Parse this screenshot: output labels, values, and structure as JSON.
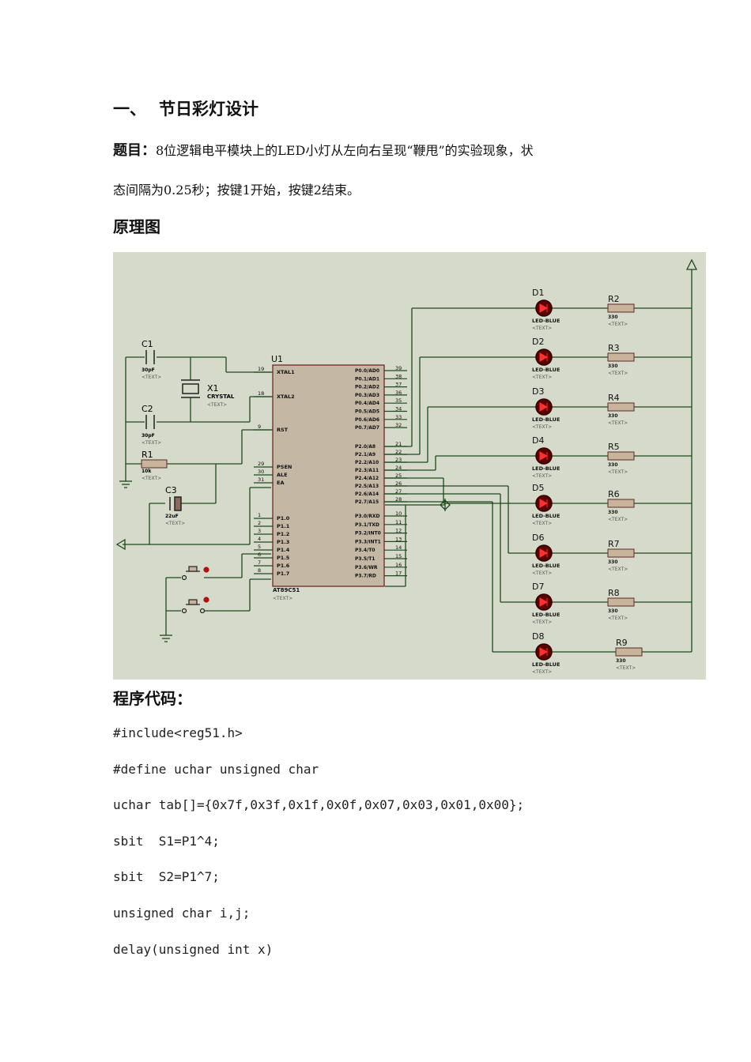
{
  "heading": {
    "number": "一、",
    "title": "节日彩灯设计"
  },
  "task": {
    "label": "题目：",
    "line1": "8位逻辑电平模块上的LED小灯从左向右呈现“鞭甩”的实验现象，状",
    "line2": "态间隔为0.25秒；按键1开始，按键2结束。"
  },
  "schematic_heading": "原理图",
  "schematic": {
    "mcu": {
      "ref": "U1",
      "part": "AT89C51",
      "text": "<TEXT>",
      "left_pins": [
        {
          "num": "19",
          "name": "XTAL1"
        },
        {
          "num": "18",
          "name": "XTAL2"
        },
        {
          "num": "9",
          "name": "RST"
        },
        {
          "num": "29",
          "name": "PSEN"
        },
        {
          "num": "30",
          "name": "ALE"
        },
        {
          "num": "31",
          "name": "EA"
        },
        {
          "num": "1",
          "name": "P1.0"
        },
        {
          "num": "2",
          "name": "P1.1"
        },
        {
          "num": "3",
          "name": "P1.2"
        },
        {
          "num": "4",
          "name": "P1.3"
        },
        {
          "num": "5",
          "name": "P1.4"
        },
        {
          "num": "6",
          "name": "P1.5"
        },
        {
          "num": "7",
          "name": "P1.6"
        },
        {
          "num": "8",
          "name": "P1.7"
        }
      ],
      "right_pins": [
        {
          "num": "39",
          "name": "P0.0/AD0"
        },
        {
          "num": "38",
          "name": "P0.1/AD1"
        },
        {
          "num": "37",
          "name": "P0.2/AD2"
        },
        {
          "num": "36",
          "name": "P0.3/AD3"
        },
        {
          "num": "35",
          "name": "P0.4/AD4"
        },
        {
          "num": "34",
          "name": "P0.5/AD5"
        },
        {
          "num": "33",
          "name": "P0.6/AD6"
        },
        {
          "num": "32",
          "name": "P0.7/AD7"
        },
        {
          "num": "21",
          "name": "P2.0/A8"
        },
        {
          "num": "22",
          "name": "P2.1/A9"
        },
        {
          "num": "23",
          "name": "P2.2/A10"
        },
        {
          "num": "24",
          "name": "P2.3/A11"
        },
        {
          "num": "25",
          "name": "P2.4/A12"
        },
        {
          "num": "26",
          "name": "P2.5/A13"
        },
        {
          "num": "27",
          "name": "P2.6/A14"
        },
        {
          "num": "28",
          "name": "P2.7/A15"
        },
        {
          "num": "10",
          "name": "P3.0/RXD"
        },
        {
          "num": "11",
          "name": "P3.1/TXD"
        },
        {
          "num": "12",
          "name": "P3.2/INT0"
        },
        {
          "num": "13",
          "name": "P3.3/INT1"
        },
        {
          "num": "14",
          "name": "P3.4/T0"
        },
        {
          "num": "15",
          "name": "P3.5/T1"
        },
        {
          "num": "16",
          "name": "P3.6/WR"
        },
        {
          "num": "17",
          "name": "P3.7/RD"
        }
      ]
    },
    "caps": [
      {
        "ref": "C1",
        "value": "30pF",
        "text": "<TEXT>"
      },
      {
        "ref": "C2",
        "value": "30pF",
        "text": "<TEXT>"
      },
      {
        "ref": "C3",
        "value": "22uF",
        "text": "<TEXT>"
      }
    ],
    "crystal": {
      "ref": "X1",
      "value": "CRYSTAL",
      "text": "<TEXT>"
    },
    "r1": {
      "ref": "R1",
      "value": "10k",
      "text": "<TEXT>"
    },
    "leds": [
      {
        "ref": "D1",
        "part": "LED-BLUE",
        "text": "<TEXT>"
      },
      {
        "ref": "D2",
        "part": "LED-BLUE",
        "text": "<TEXT>"
      },
      {
        "ref": "D3",
        "part": "LED-BLUE",
        "text": "<TEXT>"
      },
      {
        "ref": "D4",
        "part": "LED-BLUE",
        "text": "<TEXT>"
      },
      {
        "ref": "D5",
        "part": "LED-BLUE",
        "text": "<TEXT>"
      },
      {
        "ref": "D6",
        "part": "LED-BLUE",
        "text": "<TEXT>"
      },
      {
        "ref": "D7",
        "part": "LED-BLUE",
        "text": "<TEXT>"
      },
      {
        "ref": "D8",
        "part": "LED-BLUE",
        "text": "<TEXT>"
      }
    ],
    "resistors": [
      {
        "ref": "R2",
        "value": "330",
        "text": "<TEXT>"
      },
      {
        "ref": "R3",
        "value": "330",
        "text": "<TEXT>"
      },
      {
        "ref": "R4",
        "value": "330",
        "text": "<TEXT>"
      },
      {
        "ref": "R5",
        "value": "330",
        "text": "<TEXT>"
      },
      {
        "ref": "R6",
        "value": "330",
        "text": "<TEXT>"
      },
      {
        "ref": "R7",
        "value": "330",
        "text": "<TEXT>"
      },
      {
        "ref": "R8",
        "value": "330",
        "text": "<TEXT>"
      },
      {
        "ref": "R9",
        "value": "330",
        "text": "<TEXT>"
      }
    ]
  },
  "code_heading": "程序代码：",
  "code_lines": [
    "#include<reg51.h>",
    "#define uchar unsigned char",
    "uchar tab[]={0x7f,0x3f,0x1f,0x0f,0x07,0x03,0x01,0x00};",
    "sbit  S1=P1^4;",
    "sbit  S2=P1^7;",
    "unsigned char i,j;",
    "delay(unsigned int x)"
  ]
}
